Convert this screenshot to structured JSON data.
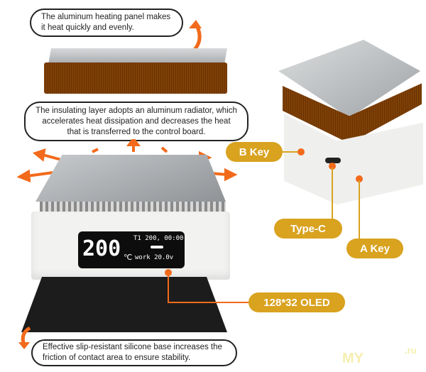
{
  "callouts": {
    "heating_panel": "The aluminum heating panel makes it heat quickly and evenly.",
    "insulating_layer": "The insulating layer adopts an aluminum radiator, which accelerates heat dissipation and decreases the heat that is transferred to the control board.",
    "silicone_base": "Effective slip-resistant silicone base increases the friction of contact area to ensure stability."
  },
  "labels": {
    "b_key": "B Key",
    "type_c": "Type-C",
    "a_key": "A Key",
    "oled": "128*32 OLED"
  },
  "oled_display": {
    "temperature": "200",
    "unit": "℃",
    "target": "T1 200, 00:00",
    "mode": "work 20.0v"
  },
  "watermark": {
    "left": "MY",
    "right": ".ru"
  },
  "colors": {
    "accent": "#f26a1b",
    "badge": "#d9a21f"
  }
}
